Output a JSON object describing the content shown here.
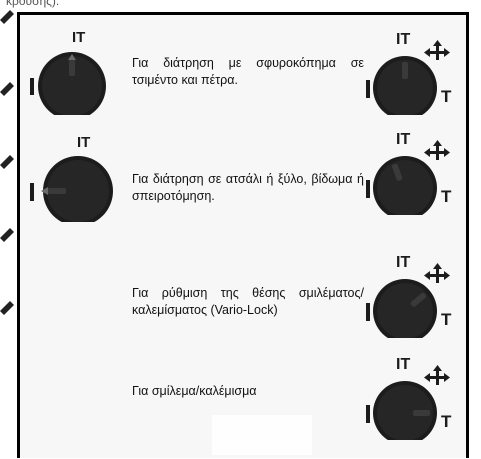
{
  "page": {
    "top_fragment": "κρουσης)."
  },
  "modes": [
    {
      "text": "Για διάτρηση με σφυροκόπημα σε τσιμέντο και πέτρα.",
      "dial_position": "hammer drilling"
    },
    {
      "text": "Για διάτρηση σε ατσάλι ή ξύλο, βίδωμα ή σπειροτόμηση.",
      "dial_position": "drilling"
    },
    {
      "text": "Για ρύθμιση της θέσης σμιλέματος/καλεμίσματος (Vario-Lock)",
      "dial_position": "vario-lock"
    },
    {
      "text": "Για σμίλεμα/καλέμισμα",
      "dial_position": "chiselling"
    }
  ],
  "dial_symbols": {
    "hammer": "ⅠΤ",
    "drill": "Ⅰ",
    "chisel": "Τ"
  },
  "colors": {
    "border": "#000000",
    "dial": "#1c1c1c",
    "background": "#f7f7f7"
  },
  "icons": [
    "dial-knob-icon",
    "hammer-drill-icon",
    "drill-icon",
    "chisel-icon",
    "vario-lock-arrows-icon"
  ]
}
